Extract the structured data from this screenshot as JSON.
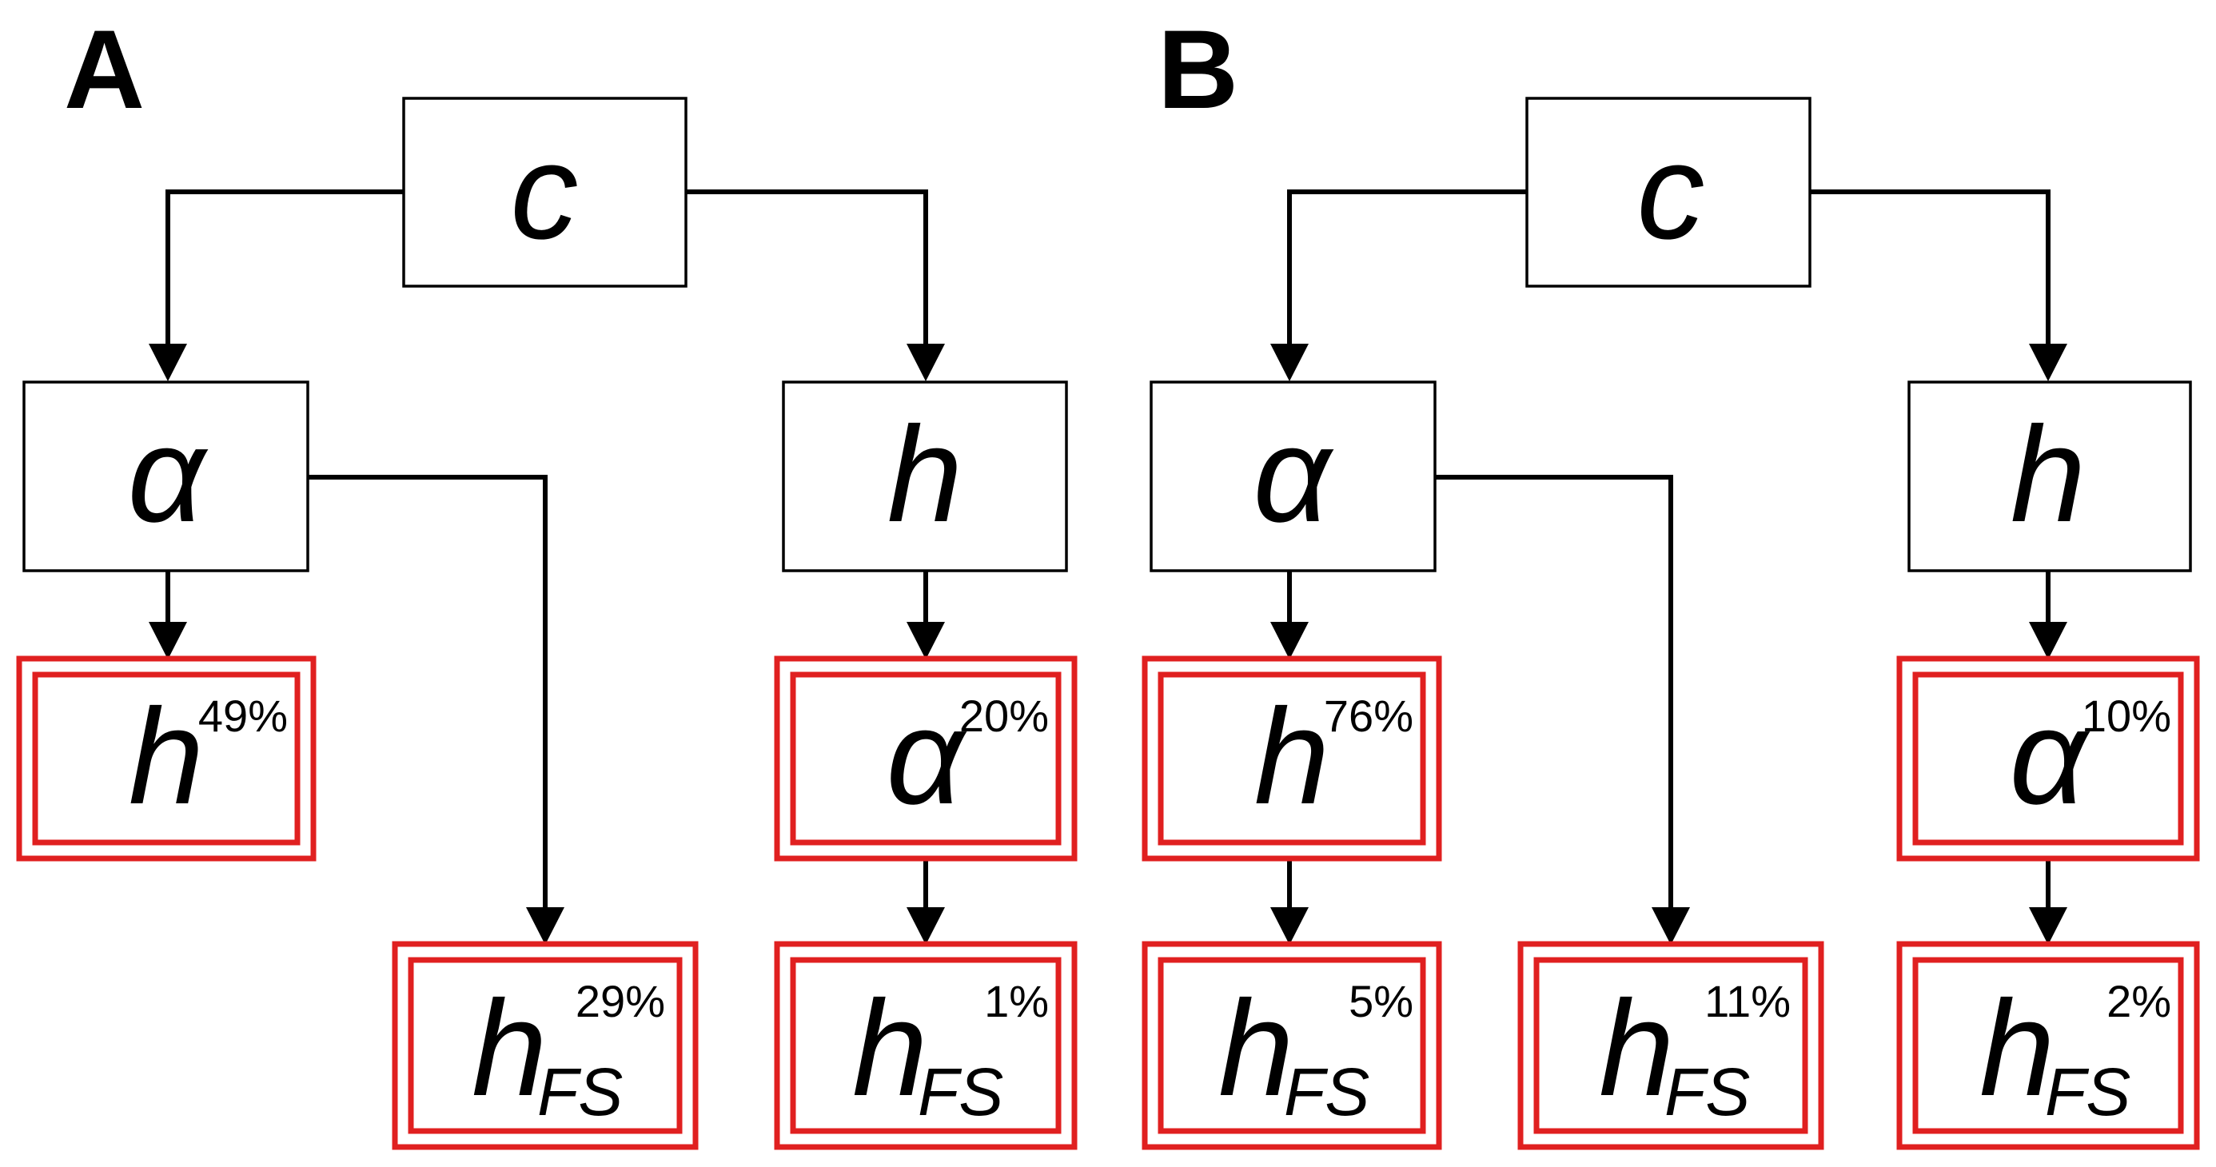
{
  "colors": {
    "result_border": "#e02020",
    "line": "#000000",
    "box_border": "#000000"
  },
  "panels": [
    {
      "label": "A",
      "nodes": {
        "c": {
          "symbol": "c",
          "subscript": "",
          "percent": ""
        },
        "alpha": {
          "symbol": "α",
          "subscript": "",
          "percent": ""
        },
        "h": {
          "symbol": "h",
          "subscript": "",
          "percent": ""
        },
        "h_from_alpha": {
          "symbol": "h",
          "subscript": "",
          "percent": "49%"
        },
        "hfs_from_alpha": {
          "symbol": "h",
          "subscript": "FS",
          "percent": "29%"
        },
        "alpha_from_h": {
          "symbol": "α",
          "subscript": "",
          "percent": "20%"
        },
        "hfs_from_h": {
          "symbol": "h",
          "subscript": "FS",
          "percent": "1%"
        }
      }
    },
    {
      "label": "B",
      "nodes": {
        "c": {
          "symbol": "c",
          "subscript": "",
          "percent": ""
        },
        "alpha": {
          "symbol": "α",
          "subscript": "",
          "percent": ""
        },
        "h": {
          "symbol": "h",
          "subscript": "",
          "percent": ""
        },
        "h_from_alpha": {
          "symbol": "h",
          "subscript": "",
          "percent": "76%"
        },
        "hfs_from_h_alpha": {
          "symbol": "h",
          "subscript": "FS",
          "percent": "5%"
        },
        "hfs_from_alpha": {
          "symbol": "h",
          "subscript": "FS",
          "percent": "11%"
        },
        "alpha_from_h": {
          "symbol": "α",
          "subscript": "",
          "percent": "10%"
        },
        "hfs_from_h": {
          "symbol": "h",
          "subscript": "FS",
          "percent": "2%"
        }
      }
    }
  ]
}
